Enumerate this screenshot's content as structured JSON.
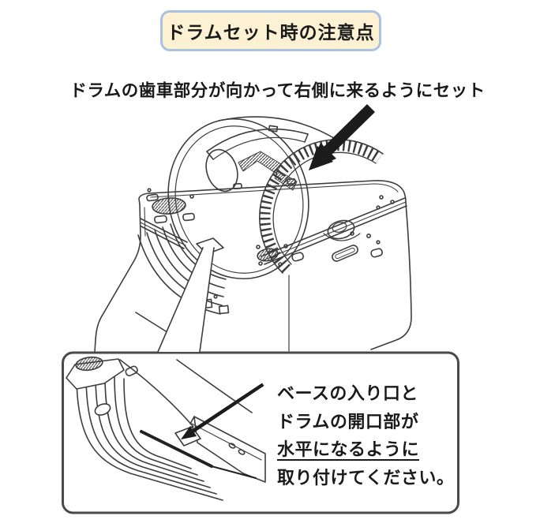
{
  "title": "ドラムセット時の注意点",
  "instruction": "ドラムの歯車部分が向かって右側に来るようにセット",
  "callout": {
    "line1": "ベースの入り口と",
    "line2": "ドラムの開口部が",
    "line3": "水平になるように",
    "line4": "取り付けてください。"
  },
  "colors": {
    "title_fill": "#fcf2d3",
    "title_border": "#a9c2e2",
    "line_art": "#3d3d3d",
    "callout_box_border": "#4a4a4a",
    "arrow": "#1c1c1c"
  }
}
